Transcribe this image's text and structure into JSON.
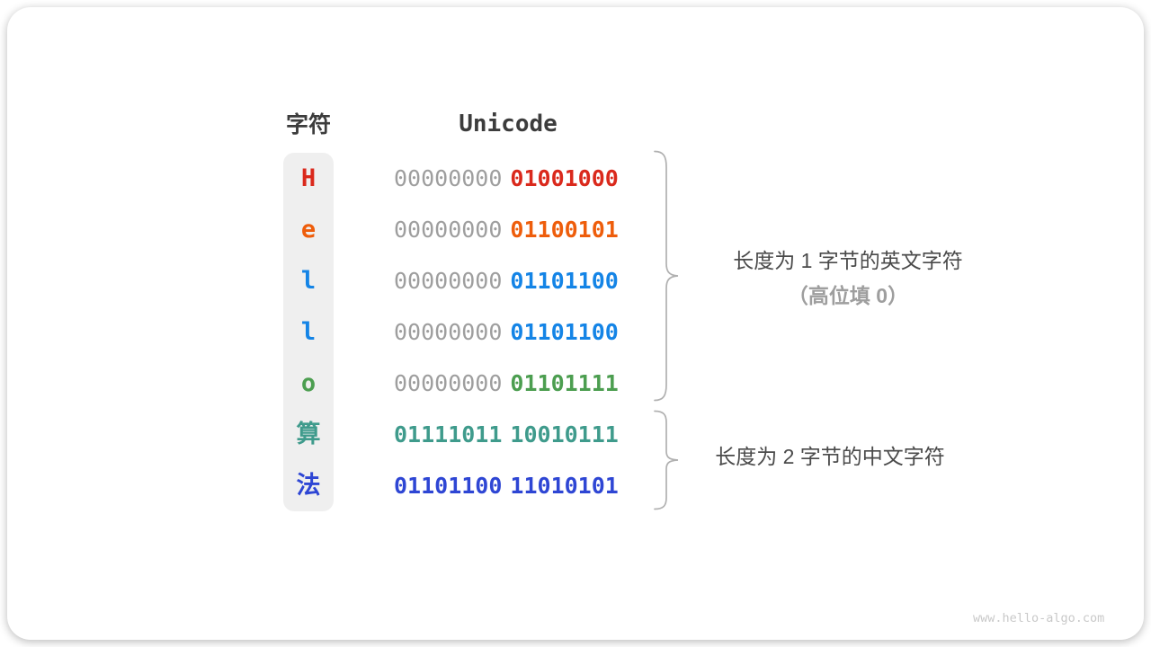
{
  "table": {
    "char_header": "字符",
    "unicode_header": "Unicode",
    "rows": [
      {
        "char": "H",
        "color": "#da291c",
        "byte1": "00000000",
        "byte1_color": "#9e9e9e",
        "byte2": "01001000",
        "byte2_color": "#da291c"
      },
      {
        "char": "e",
        "color": "#ee5d0b",
        "byte1": "00000000",
        "byte1_color": "#9e9e9e",
        "byte2": "01100101",
        "byte2_color": "#ee5d0b"
      },
      {
        "char": "l",
        "color": "#1484e6",
        "byte1": "00000000",
        "byte1_color": "#9e9e9e",
        "byte2": "01101100",
        "byte2_color": "#1484e6"
      },
      {
        "char": "l",
        "color": "#1484e6",
        "byte1": "00000000",
        "byte1_color": "#9e9e9e",
        "byte2": "01101100",
        "byte2_color": "#1484e6"
      },
      {
        "char": "o",
        "color": "#4c9e50",
        "byte1": "00000000",
        "byte1_color": "#9e9e9e",
        "byte2": "01101111",
        "byte2_color": "#4c9e50"
      },
      {
        "char": "算",
        "color": "#3f9b8c",
        "byte1": "01111011",
        "byte1_color": "#3f9b8c",
        "byte2": "10010111",
        "byte2_color": "#3f9b8c"
      },
      {
        "char": "法",
        "color": "#2e46d4",
        "byte1": "01101100",
        "byte1_color": "#2e46d4",
        "byte2": "11010101",
        "byte2_color": "#2e46d4"
      }
    ]
  },
  "annotations": {
    "group1_line1": "长度为 1 字节的英文字符",
    "group1_line2": "（高位填 0）",
    "group2_line1": "长度为 2 字节的中文字符"
  },
  "watermark": "www.hello-algo.com",
  "colors": {
    "text_dark": "#3c3c3c",
    "text_gray": "#9e9e9e",
    "brace": "#b0b0b0",
    "strip_bg": "#efefef",
    "watermark": "#c9c9c9"
  }
}
